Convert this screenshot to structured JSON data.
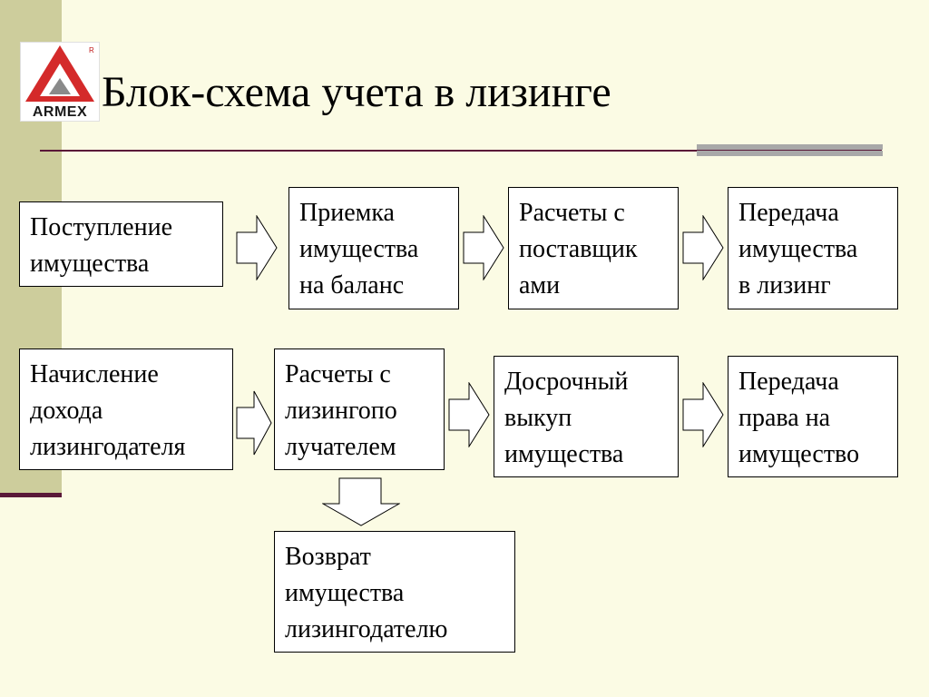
{
  "logo": {
    "text": "ARMEX",
    "reg": "R",
    "colors": {
      "red": "#d42a2a",
      "gray": "#8a8a8a"
    }
  },
  "title": "Блок-схема учета в лизинге",
  "colors": {
    "background": "#fbfbe4",
    "side_bar": "#cdcd9c",
    "rule": "#5a1838",
    "accent": "#a8a8a8"
  },
  "nodes": {
    "n1": "Поступление\nимущества",
    "n2": "Приемка\nимущества\nна баланс",
    "n3": "Расчеты с\nпоставщик\nами",
    "n4": "Передача\nимущества\nв лизинг",
    "n5": "Начисление\nдохода\nлизингодателя",
    "n6": "Расчеты с\nлизингопо\nлучателем",
    "n7": "Досрочный\nвыкуп\nимущества",
    "n8": "Передача\nправа на\nимущество",
    "n9": "Возврат\nимущества\nлизингодателю"
  },
  "edges": [
    {
      "from": "n1",
      "to": "n2"
    },
    {
      "from": "n2",
      "to": "n3"
    },
    {
      "from": "n3",
      "to": "n4"
    },
    {
      "from": "n5",
      "to": "n6"
    },
    {
      "from": "n6",
      "to": "n7"
    },
    {
      "from": "n7",
      "to": "n8"
    },
    {
      "from": "n6",
      "to": "n9"
    }
  ]
}
